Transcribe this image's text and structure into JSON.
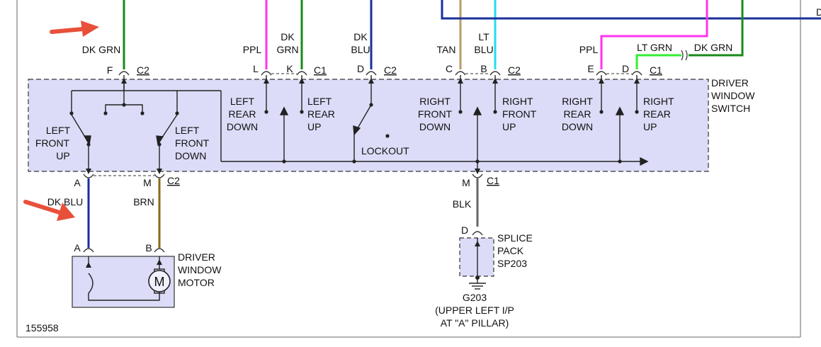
{
  "figure_id": "155958",
  "colors": {
    "dk_grn": "#1a8a1a",
    "ppl": "#ff33ee",
    "dk_blu": "#1a2f9a",
    "tan": "#b89a6a",
    "lt_blu": "#22ddee",
    "lt_grn": "#33ee33",
    "brn": "#8a6a1a",
    "blk": "#666666",
    "switch_fill": "#dcdcf8",
    "arrow": "#e8503a"
  },
  "switch": {
    "title": [
      "DRIVER",
      "WINDOW",
      "SWITCH"
    ],
    "lockout": "LOCKOUT",
    "positions": {
      "left_front_up": [
        "LEFT",
        "FRONT",
        "UP"
      ],
      "left_front_down": [
        "LEFT",
        "FRONT",
        "DOWN"
      ],
      "left_rear_down": [
        "LEFT",
        "REAR",
        "DOWN"
      ],
      "left_rear_up": [
        "LEFT",
        "REAR",
        "UP"
      ],
      "right_front_down": [
        "RIGHT",
        "FRONT",
        "DOWN"
      ],
      "right_front_up": [
        "RIGHT",
        "FRONT",
        "UP"
      ],
      "right_rear_down": [
        "RIGHT",
        "REAR",
        "DOWN"
      ],
      "right_rear_up": [
        "RIGHT",
        "REAR",
        "UP"
      ]
    }
  },
  "top_wires": {
    "dk_grn_f": [
      "DK GRN"
    ],
    "ppl_l": [
      "PPL"
    ],
    "dk_grn_k": [
      "DK",
      "GRN"
    ],
    "dk_blu_d": [
      "DK",
      "BLU"
    ],
    "tan_c": [
      "TAN"
    ],
    "lt_blu_b": [
      "LT",
      "BLU"
    ],
    "ppl_e": [
      "PPL"
    ],
    "lt_grn_d": [
      "LT GRN"
    ],
    "dk_grn_right": [
      "DK GRN"
    ],
    "edge_letter": "D"
  },
  "top_connectors": {
    "f": {
      "pin": "F",
      "conn": "C2"
    },
    "l": {
      "pin": "L"
    },
    "k": {
      "pin": "K",
      "conn": "C1"
    },
    "d1": {
      "pin": "D",
      "conn": "C2"
    },
    "c": {
      "pin": "C"
    },
    "b": {
      "pin": "B",
      "conn": "C2"
    },
    "e": {
      "pin": "E"
    },
    "d2": {
      "pin": "D",
      "conn": "C1"
    }
  },
  "bottom_connectors": {
    "a": {
      "pin": "A"
    },
    "m1": {
      "pin": "M",
      "conn": "C2"
    },
    "m2": {
      "pin": "M",
      "conn": "C1"
    }
  },
  "lower_wires": {
    "dk_blu": "DK BLU",
    "brn": "BRN",
    "blk": "BLK"
  },
  "motor": {
    "title": [
      "DRIVER",
      "WINDOW",
      "MOTOR"
    ],
    "pin_a": "A",
    "pin_b": "B",
    "symbol": "M"
  },
  "splice": {
    "pin": "D",
    "title": [
      "SPLICE",
      "PACK",
      "SP203"
    ]
  },
  "ground": {
    "label": [
      "G203",
      "(UPPER LEFT I/P",
      "AT \"A\" PILLAR)"
    ]
  }
}
